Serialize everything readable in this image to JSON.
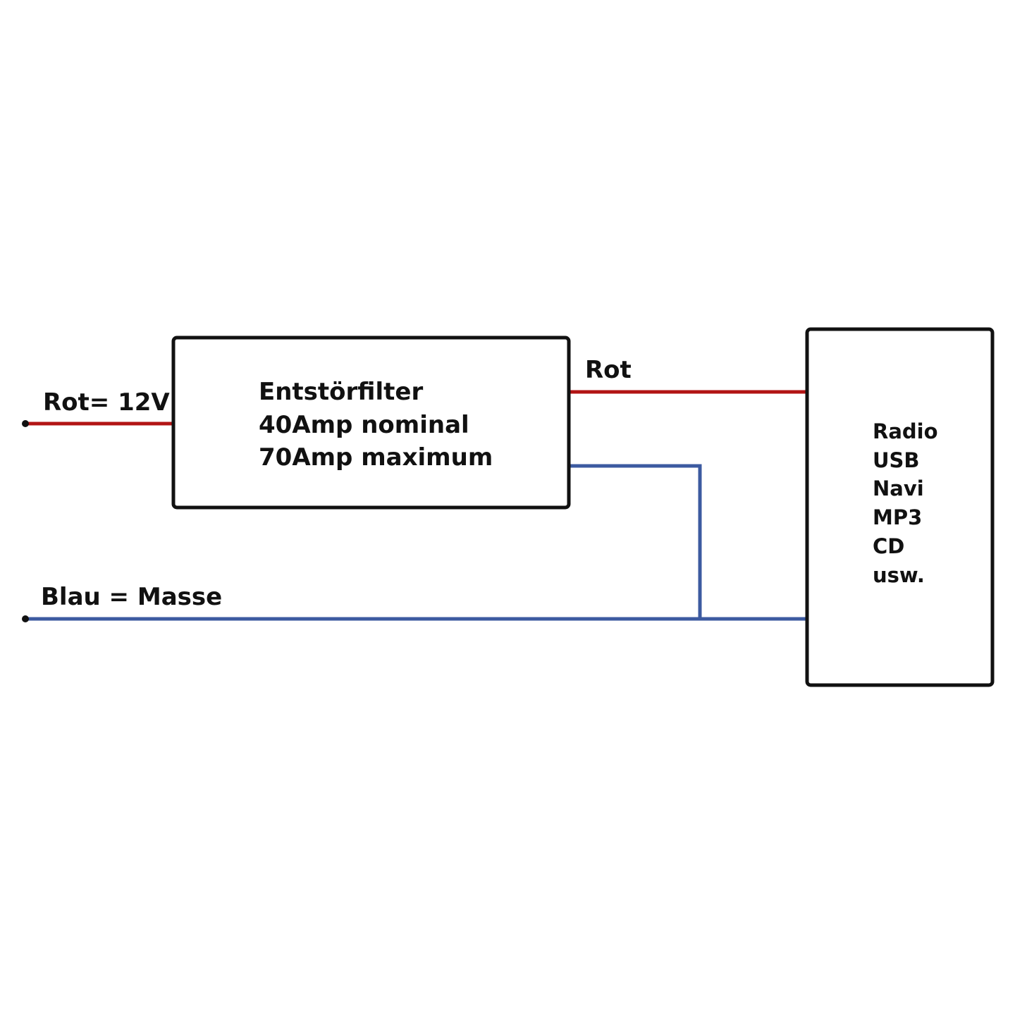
{
  "colors": {
    "background": "#ffffff",
    "positive_wire": "#b21414",
    "ground_wire": "#3c5aa0",
    "outline": "#111111",
    "terminal": "#111111"
  },
  "labels": {
    "input_positive": "Rot= 12V",
    "output_positive": "Rot",
    "ground": "Blau = Masse"
  },
  "filter_box": {
    "lines": [
      "Entstörfilter",
      "40Amp nominal",
      "70Amp maximum"
    ]
  },
  "device_box": {
    "lines": [
      "Radio",
      "USB",
      "Navi",
      "MP3",
      "CD",
      "usw."
    ]
  }
}
